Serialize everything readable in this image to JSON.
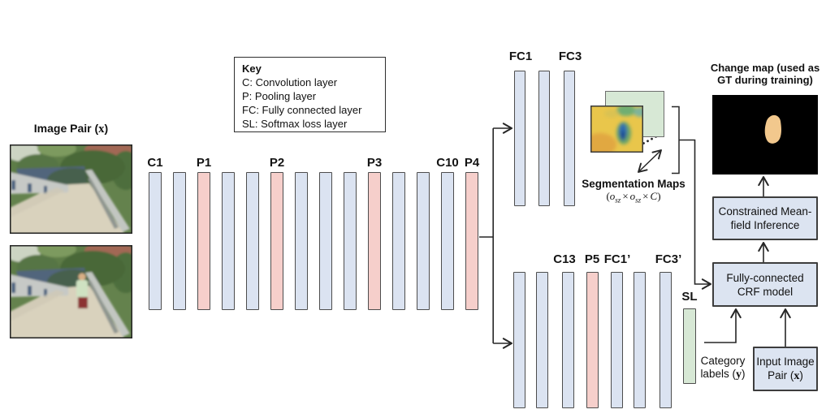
{
  "colors": {
    "layer_conv": "#dbe3f1",
    "layer_pool": "#f6cfcb",
    "layer_softmax": "#d7e8d5",
    "bar_border": "#4d4d4d",
    "box_fill": "#dce4f1",
    "box_border": "#3d3d3d",
    "line": "#262626",
    "change_blob": "#f2c88d",
    "seg_green": "#d7e8d5"
  },
  "image_pair": {
    "label_prefix": "Image Pair (",
    "label_var": "x",
    "label_suffix": ")"
  },
  "key": {
    "title": "Key",
    "items": [
      "C: Convolution layer",
      "P: Pooling layer",
      "FC: Fully connected layer",
      "SL: Softmax loss layer"
    ]
  },
  "main_stack": {
    "c1": "C1",
    "p1": "P1",
    "p2": "P2",
    "p3": "P3",
    "c10": "C10",
    "p4": "P4"
  },
  "top_branch": {
    "fc1": "FC1",
    "fc3": "FC3"
  },
  "bottom_branch": {
    "c13": "C13",
    "p5": "P5",
    "fc1p": "FC1’",
    "fc3p": "FC3’",
    "sl": "SL"
  },
  "segmentation": {
    "title": "Segmentation Maps",
    "dims": {
      "open": "(",
      "o1": "o",
      "s1": "sz",
      "t1": "×",
      "o2": "o",
      "s2": "sz",
      "t2": "×",
      "C": "C",
      "close": ")"
    }
  },
  "change_map": {
    "title_line1": "Change map (used as",
    "title_line2": "GT during training)"
  },
  "inference_box": {
    "line1": "Constrained Mean-",
    "line2": "field Inference"
  },
  "crf_box": {
    "line1": "Fully-connected",
    "line2": "CRF model"
  },
  "category_labels": {
    "line1": "Category",
    "line2_prefix": "labels (",
    "line2_var": "y",
    "line2_suffix": ")"
  },
  "input_box": {
    "line1": "Input Image",
    "line2_prefix": "Pair (",
    "line2_var": "x",
    "line2_suffix": ")"
  }
}
